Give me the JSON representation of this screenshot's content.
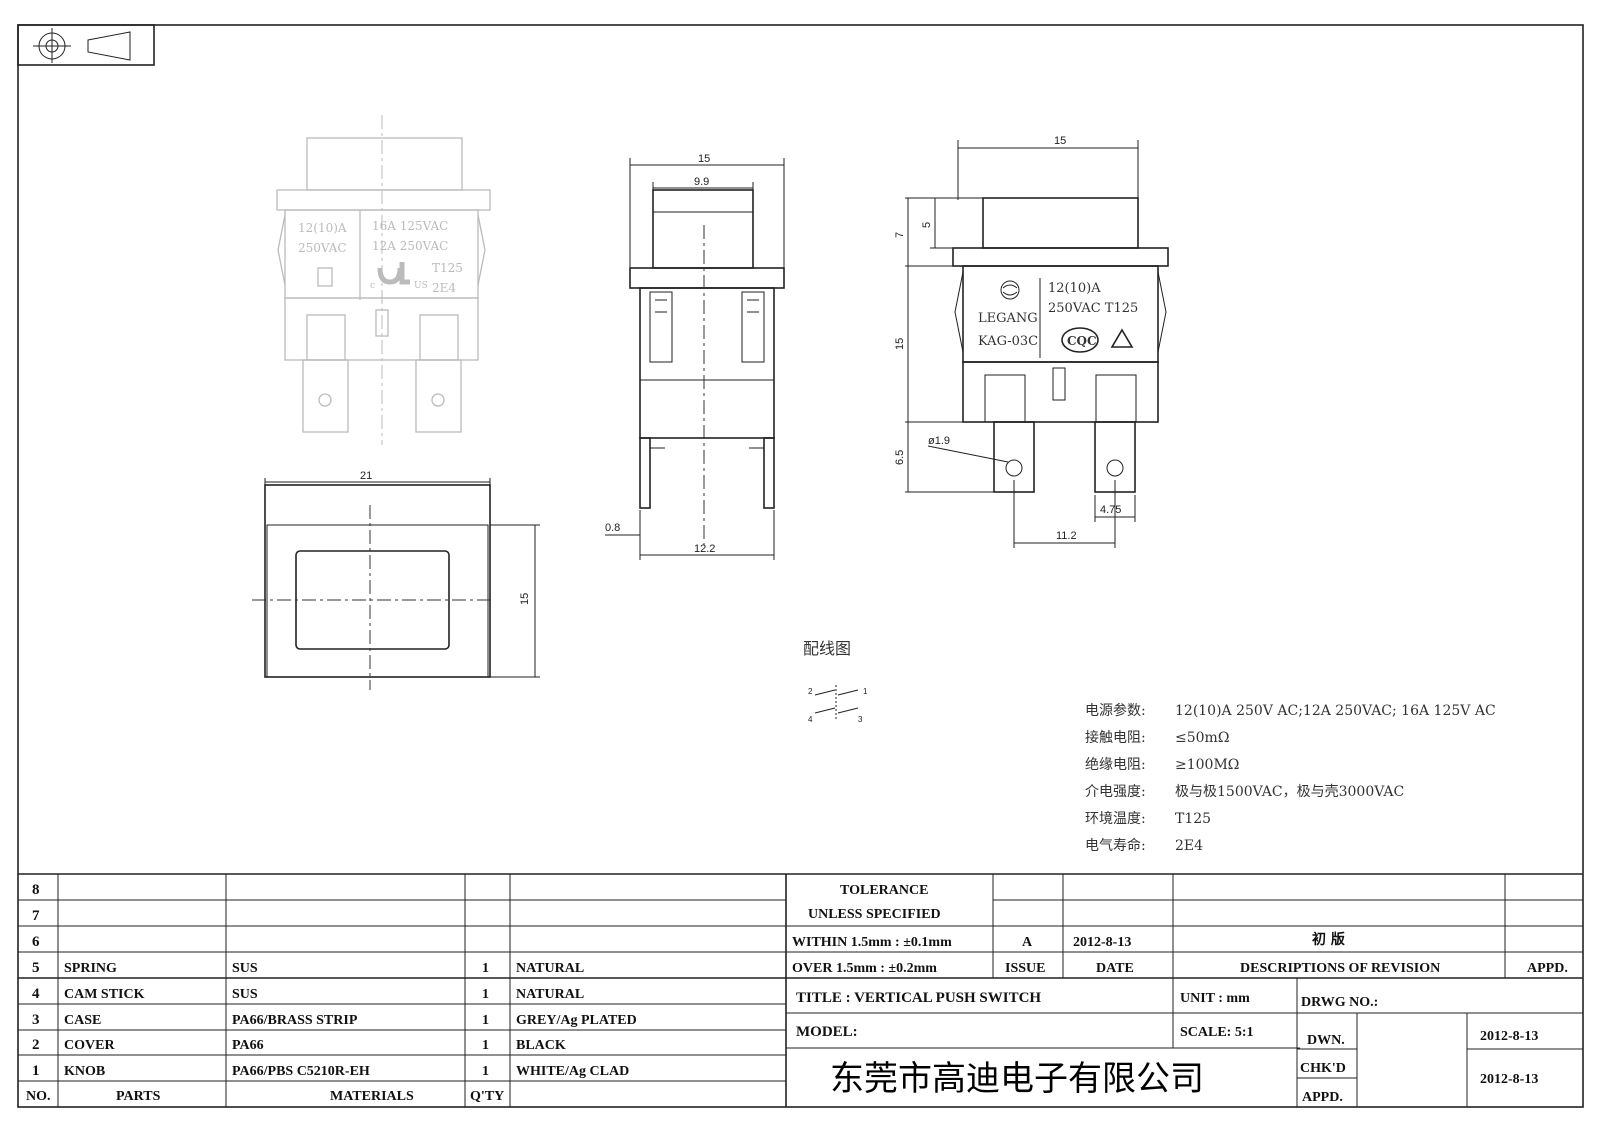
{
  "views": {
    "front_dim": {
      "width": "21",
      "height": "15"
    },
    "side_dim": {
      "top_width": "15",
      "inner_width": "9.9",
      "pin_thickness": "0.8",
      "pin_pitch": "12.2"
    },
    "right_dim": {
      "top_width": "15",
      "cap_height_total": "7",
      "cap_height": "5",
      "body_height": "15",
      "terminal": "6.5",
      "hole": "ø1.9",
      "terminal_width": "4.75",
      "pitch": "11.2"
    },
    "left_marks": {
      "rating1": "12(10)A",
      "rating2": "250VAC",
      "rating3": "16A 125VAC",
      "rating4": "12A 250VAC",
      "temp": "T125",
      "life": "2E4",
      "ul_c": "c",
      "ul_us": "US"
    },
    "right_marks": {
      "brand": "LEGANG",
      "model": "KAG-03C",
      "rating1": "12(10)A",
      "rating2": "250VAC T125",
      "cert": "CQC"
    }
  },
  "wiring": {
    "title": "配线图",
    "pins": [
      "2",
      "1",
      "4",
      "3"
    ]
  },
  "specs": [
    {
      "label": "电源参数:",
      "value": "12(10)A 250V AC;12A 250VAC; 16A 125V AC"
    },
    {
      "label": "接触电阻:",
      "value": "≤50mΩ"
    },
    {
      "label": "绝缘电阻:",
      "value": "≥100MΩ"
    },
    {
      "label": "介电强度:",
      "value": "极与极1500VAC，极与壳3000VAC"
    },
    {
      "label": "环境温度:",
      "value": "T125"
    },
    {
      "label": "电气寿命:",
      "value": "2E4"
    }
  ],
  "bom": {
    "rows": [
      {
        "no": "8",
        "part": "",
        "material": "",
        "qty": "",
        "finish": ""
      },
      {
        "no": "7",
        "part": "",
        "material": "",
        "qty": "",
        "finish": ""
      },
      {
        "no": "6",
        "part": "",
        "material": "",
        "qty": "",
        "finish": ""
      },
      {
        "no": "5",
        "part": "SPRING",
        "material": "SUS",
        "qty": "1",
        "finish": "NATURAL"
      },
      {
        "no": "4",
        "part": "CAM STICK",
        "material": "SUS",
        "qty": "1",
        "finish": "NATURAL"
      },
      {
        "no": "3",
        "part": "CASE",
        "material": "PA66/BRASS STRIP",
        "qty": "1",
        "finish": "GREY/Ag PLATED"
      },
      {
        "no": "2",
        "part": "COVER",
        "material": "PA66",
        "qty": "1",
        "finish": "BLACK"
      },
      {
        "no": "1",
        "part": "KNOB",
        "material": "PA66/PBS C5210R-EH",
        "qty": "1",
        "finish": "WHITE/Ag CLAD"
      }
    ],
    "headers": {
      "no": "NO.",
      "part": "PARTS",
      "material": "MATERIALS",
      "qty": "Q'TY"
    }
  },
  "revision": {
    "tolerance1": "TOLERANCE",
    "tolerance2": "UNLESS  SPECIFIED",
    "within": "WITHIN 1.5mm : ±0.1mm",
    "over": "OVER 1.5mm : ±0.2mm",
    "issue": "A",
    "date": "2012-8-13",
    "desc": "初  版",
    "h_issue": "ISSUE",
    "h_date": "DATE",
    "h_desc": "DESCRIPTIONS OF REVISION",
    "h_appd": "APPD."
  },
  "title_block": {
    "title": "TITLE :  VERTICAL PUSH SWITCH",
    "unit": "UNIT :  mm",
    "drwg": "DRWG NO.:",
    "model": "MODEL:",
    "scale": "SCALE:  5:1",
    "dwn_label": "DWN.",
    "dwn_date": "2012-8-13",
    "chkd_label": "CHK'D",
    "chkd_date": "2012-8-13",
    "appd_label": "APPD.",
    "company": "东莞市高迪电子有限公司"
  }
}
